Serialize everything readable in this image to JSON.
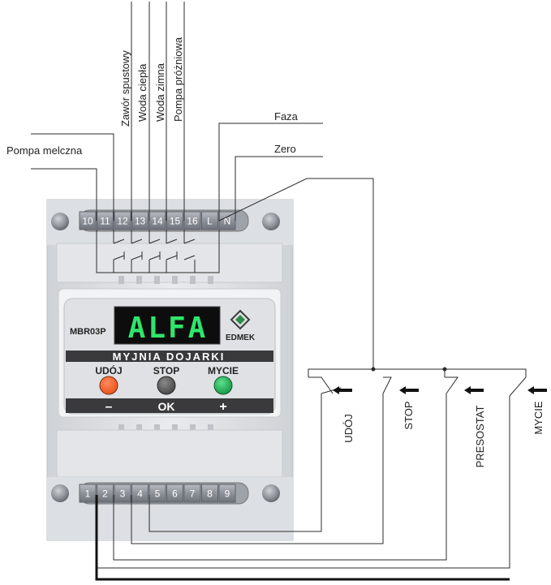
{
  "device": {
    "model": "MBR03P",
    "display_text": "ALFA",
    "brand": "EDMEK",
    "title": "MYJNIA DOJARKI",
    "buttons": [
      {
        "label": "UDÓJ",
        "symbol": "–",
        "color": "#e8501c"
      },
      {
        "label": "STOP",
        "symbol": "OK",
        "color": "#555555"
      },
      {
        "label": "MYCIE",
        "symbol": "+",
        "color": "#19a34a"
      }
    ],
    "display_color": "#2ee66b"
  },
  "top_terminals": [
    "10",
    "11",
    "12",
    "13",
    "14",
    "15",
    "16",
    "L",
    "N"
  ],
  "bottom_terminals": [
    "1",
    "2",
    "3",
    "4",
    "5",
    "6",
    "7",
    "8",
    "9"
  ],
  "top_labels": {
    "pompa_melczna": "Pompa melczna",
    "zawor_spustowy": "Zawór spustowy",
    "woda_ciepla": "Woda ciepła",
    "woda_zimna": "Woda zimna",
    "pompa_prozniowa": "Pompa próżniowa",
    "faza": "Faza",
    "zero": "Zero"
  },
  "switch_labels": [
    "UDÓJ",
    "STOP",
    "PRESOSTAT",
    "MYCIE"
  ]
}
